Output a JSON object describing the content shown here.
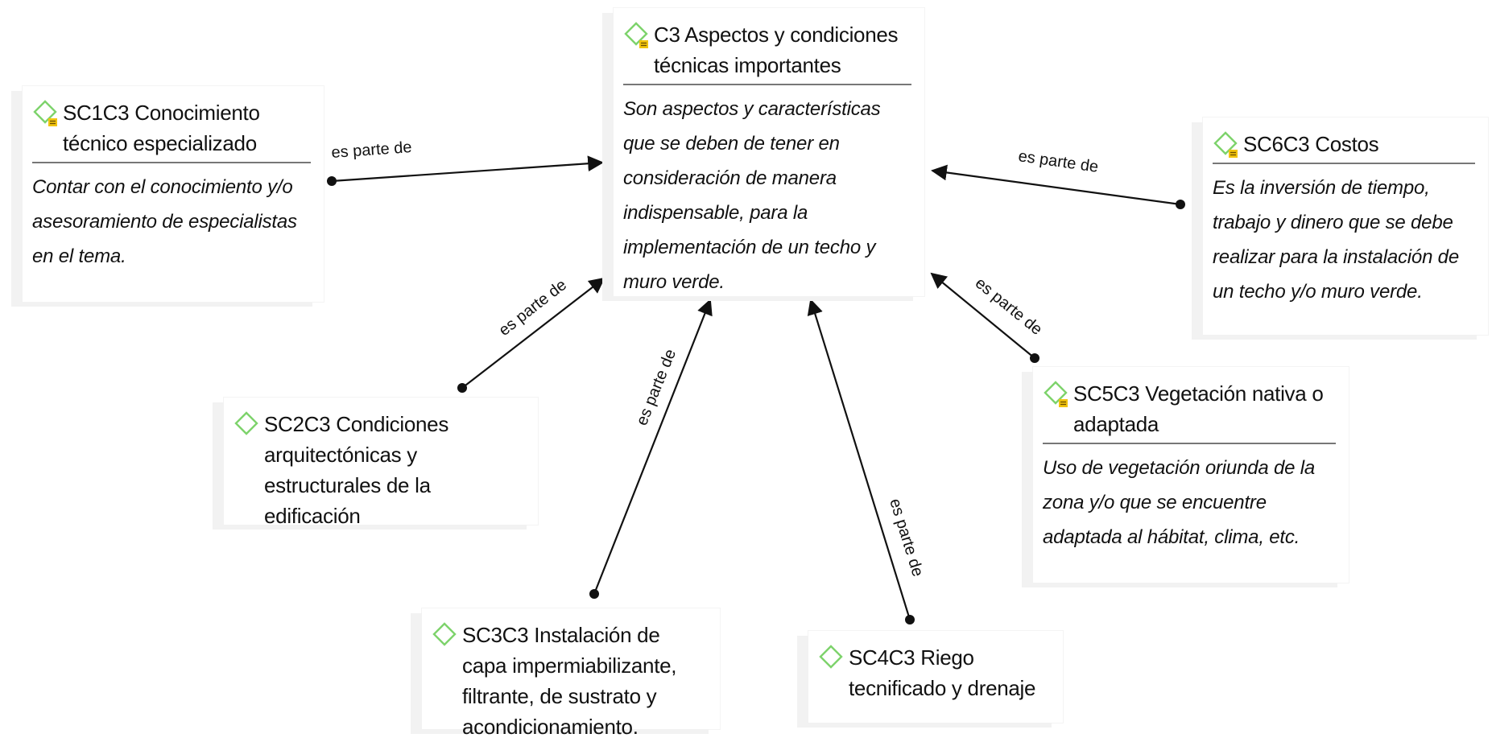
{
  "nodes": {
    "center": {
      "title": "C3 Aspectos y condiciones técnicas importantes",
      "description": "Son aspectos y características que se deben de tener en consideración de manera indispensable, para la implementación de un techo y muro verde.",
      "has_memo": true
    },
    "sc1": {
      "title": "SC1C3 Conocimiento técnico especializado",
      "description": "Contar con el conocimiento y/o asesoramiento de especialistas en el tema.",
      "has_memo": true
    },
    "sc2": {
      "title": "SC2C3 Condiciones arquitectónicas y estructurales de la edificación",
      "has_memo": false
    },
    "sc3": {
      "title": "SC3C3 Instalación de capa impermiabilizante, filtrante, de sustrato y acondicionamiento.",
      "has_memo": false
    },
    "sc4": {
      "title": "SC4C3 Riego tecnificado y drenaje",
      "has_memo": false
    },
    "sc5": {
      "title": "SC5C3 Vegetación nativa o adaptada",
      "description": "Uso de vegetación oriunda de la zona y/o que se encuentre adaptada al hábitat, clima, etc.",
      "has_memo": true
    },
    "sc6": {
      "title": "SC6C3 Costos",
      "description": "Es la inversión de tiempo, trabajo y dinero que se debe realizar para la instalación de un techo y/o muro verde.",
      "has_memo": true
    }
  },
  "edges": [
    {
      "from": "sc1",
      "to": "center",
      "label": "es parte de"
    },
    {
      "from": "sc2",
      "to": "center",
      "label": "es parte de"
    },
    {
      "from": "sc3",
      "to": "center",
      "label": "es parte de"
    },
    {
      "from": "sc4",
      "to": "center",
      "label": "es parte de"
    },
    {
      "from": "sc5",
      "to": "center",
      "label": "es parte de"
    },
    {
      "from": "sc6",
      "to": "center",
      "label": "es parte de"
    }
  ],
  "colors": {
    "code_icon": "#7dd36b",
    "memo_icon": "#f1c40f",
    "edge": "#111111"
  },
  "icons": {
    "code": "green-diamond-code-icon",
    "memo": "yellow-memo-icon"
  }
}
